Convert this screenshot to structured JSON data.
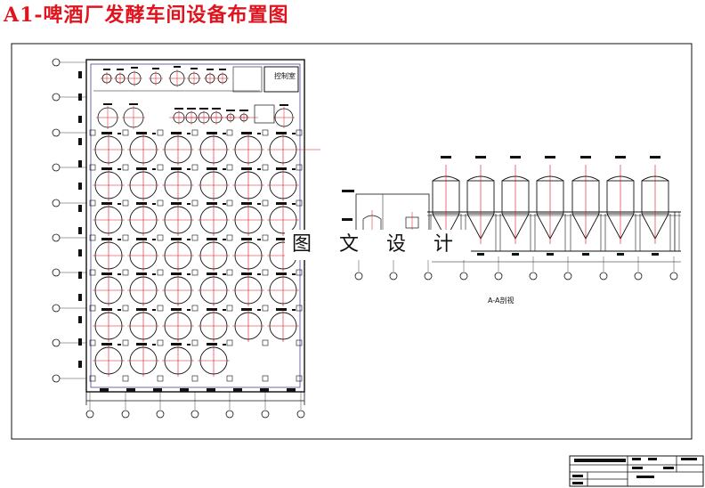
{
  "title": "A1-啤酒厂发酵车间设备布置图",
  "labels": {
    "control_room": "控制室",
    "section": "A-A剖视",
    "watermark": "图 文 设 计"
  },
  "colors": {
    "title": "#e0141e",
    "centerline": "#d8141e",
    "frame_inner": "#2a2a8a",
    "line": "#111111"
  },
  "plan": {
    "column_axes": 7,
    "row_axes": 10,
    "fermenter_grid_rows": 7,
    "fermenter_grid_cols": 6,
    "missing_tanks_last_row": 2
  },
  "section": {
    "cylindroconical_tanks": 7,
    "axis_markers": 10
  }
}
